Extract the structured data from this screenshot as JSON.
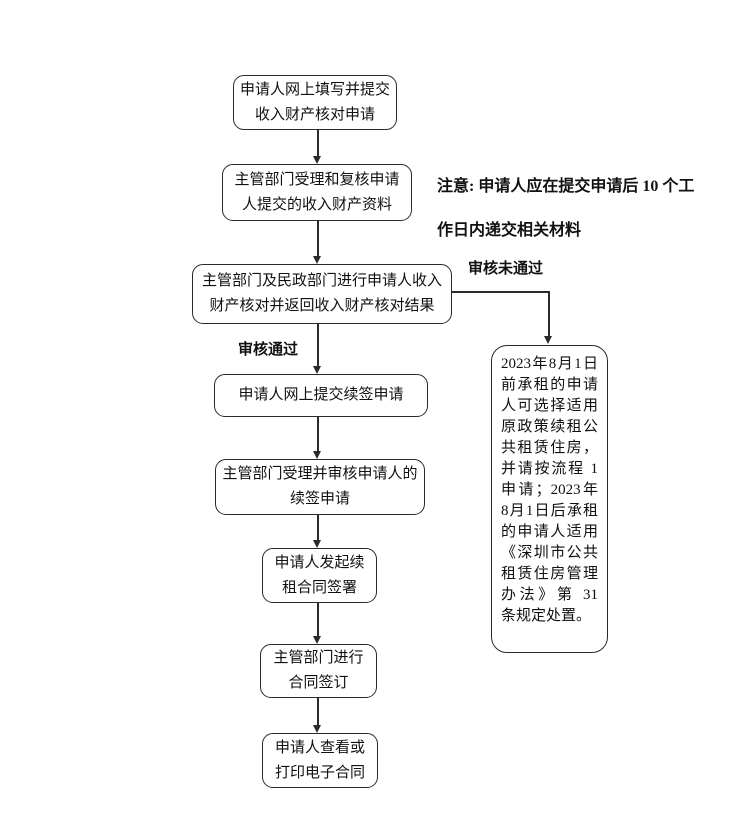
{
  "colors": {
    "background": "#ffffff",
    "line": "#2a2a2a",
    "text": "#111111"
  },
  "flowchart": {
    "boxes": {
      "b1": {
        "line1": "申请人网上填写并提交",
        "line2": "收入财产核对申请"
      },
      "b2": {
        "line1": "主管部门受理和复核申请",
        "line2": "人提交的收入财产资料"
      },
      "b3": {
        "line1": "主管部门及民政部门进行申请人收入",
        "line2": "财产核对并返回收入财产核对结果"
      },
      "b4": {
        "line1": "申请人网上提交续签申请"
      },
      "b5": {
        "line1": "主管部门受理并审核申请人的",
        "line2": "续签申请"
      },
      "b6": {
        "line1": "申请人发起续",
        "line2": "租合同签署"
      },
      "b7": {
        "line1": "主管部门进行",
        "line2": "合同签订"
      },
      "b8": {
        "line1": "申请人查看或",
        "line2": "打印电子合同"
      }
    },
    "note": {
      "line1": "注意: 申请人应在提交申请后 10 个工",
      "line2": "作日内递交相关材料"
    },
    "labels": {
      "review_failed": "审核未通过",
      "review_passed": "审核通过"
    },
    "side_box": {
      "text": "2023年8月1日前承租的申请人可选择适用原政策续租公共租赁住房，并请按流程 1 申请；2023年8月1日后承租的申请人适用《深圳市公共租赁住房管理办法》第 31 条规定处置。"
    }
  }
}
